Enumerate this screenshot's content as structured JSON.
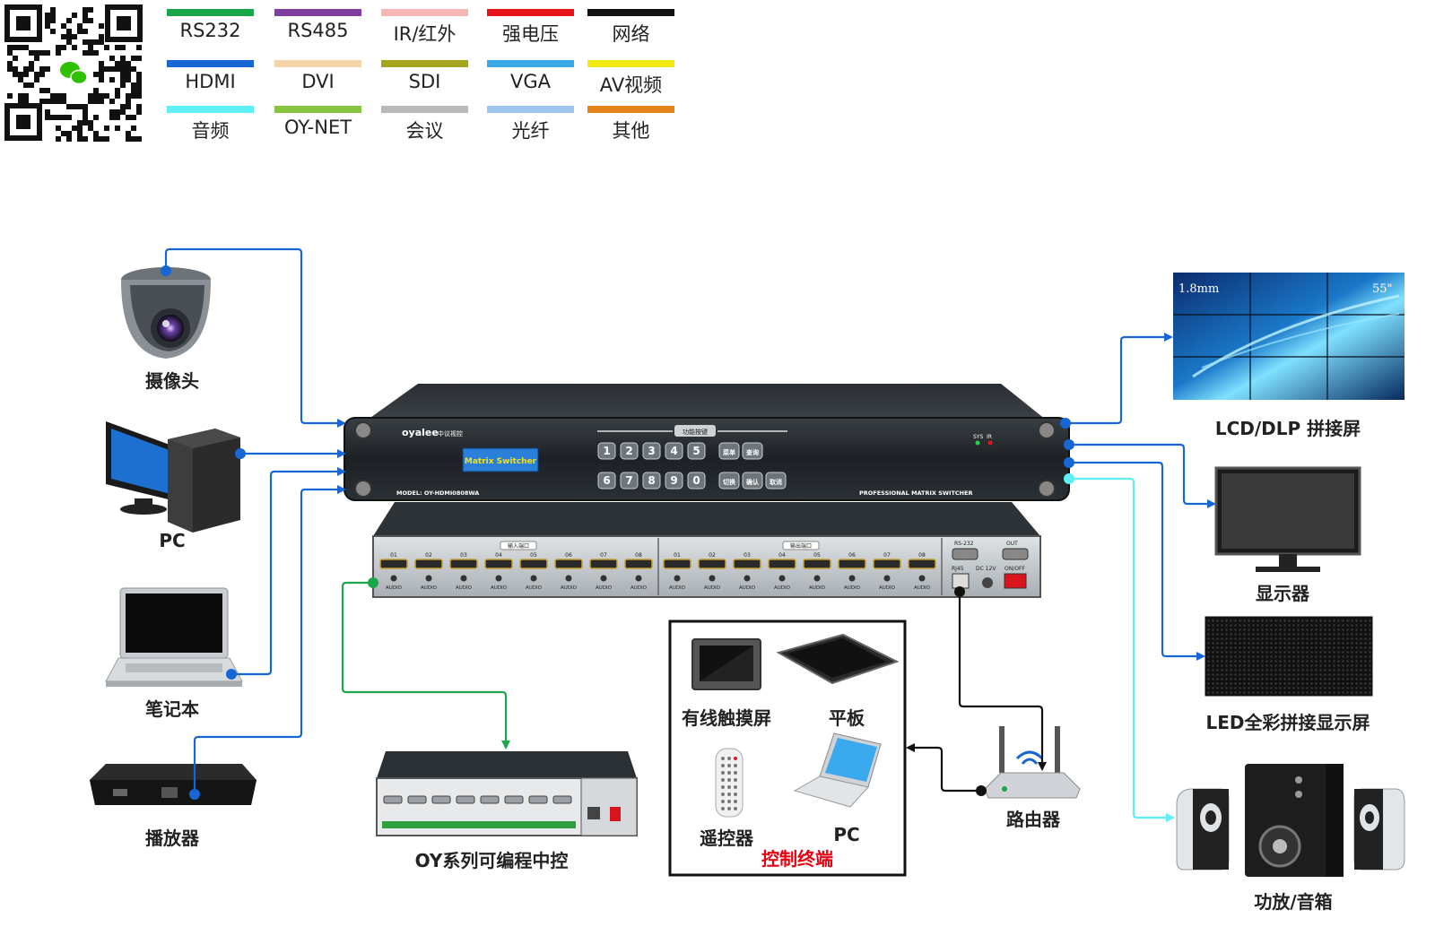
{
  "legend": [
    {
      "label": "RS232",
      "color": "#1aa64a"
    },
    {
      "label": "RS485",
      "color": "#7e3fa0"
    },
    {
      "label": "IR/红外",
      "color": "#f7b6b6"
    },
    {
      "label": "强电压",
      "color": "#e8141c"
    },
    {
      "label": "网络",
      "color": "#111111"
    },
    {
      "label": "HDMI",
      "color": "#1766d6"
    },
    {
      "label": "DVI",
      "color": "#f4d4a8"
    },
    {
      "label": "SDI",
      "color": "#a6a61c"
    },
    {
      "label": "VGA",
      "color": "#39a8e6"
    },
    {
      "label": "AV视频",
      "color": "#f2ea12"
    },
    {
      "label": "音频",
      "color": "#5ef0f4"
    },
    {
      "label": "OY-NET",
      "color": "#86c540"
    },
    {
      "label": "会议",
      "color": "#b9b9b9"
    },
    {
      "label": "光纤",
      "color": "#9fc4ee"
    },
    {
      "label": "其他",
      "color": "#e6831a"
    }
  ],
  "sources": {
    "camera": "摄像头",
    "pc": "PC",
    "laptop": "笔记本",
    "player": "播放器"
  },
  "outputs": {
    "videowall": "LCD/DLP 拼接屏",
    "monitor": "显示器",
    "led": "LED全彩拼接显示屏",
    "speakers": "功放/音箱"
  },
  "videowall_screen": {
    "bezel": "1.8mm",
    "size": "55\""
  },
  "controller": "OY系列可编程中控",
  "router": "路由器",
  "control_terminal": {
    "touch": "有线触摸屏",
    "tablet": "平板",
    "remote": "遥控器",
    "pc": "PC",
    "title": "控制终端"
  },
  "switcher": {
    "brand": "oyalee",
    "brand_cn": "中议视控",
    "display": "Matrix Switcher",
    "func_title": "功能按键",
    "keys_top": [
      "1",
      "2",
      "3",
      "4",
      "5"
    ],
    "keys_bottom": [
      "6",
      "7",
      "8",
      "9",
      "0"
    ],
    "side_keys_top": [
      "菜单",
      "查询"
    ],
    "side_keys_bottom": [
      "切换",
      "确认",
      "取消"
    ],
    "model": "MODEL:  OY-HDMI0808WA",
    "tagline": "PROFESSIONAL MATRIX SWITCHER",
    "sys": "SYS",
    "ir": "IR"
  },
  "rear": {
    "in_title": "输入端口",
    "out_title": "输出端口",
    "ports": [
      "01",
      "02",
      "03",
      "04",
      "05",
      "06",
      "07",
      "08"
    ],
    "audio": "AUDIO",
    "rs232": "RS-232",
    "out": "OUT",
    "rj45": "RJ45",
    "dc": "DC 12V",
    "onoff": "ON/OFF"
  }
}
